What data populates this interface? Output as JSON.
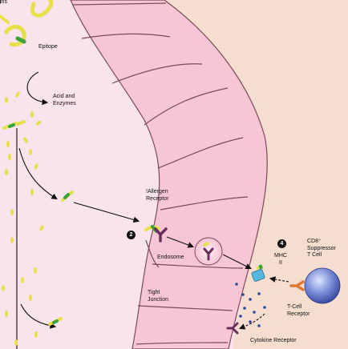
{
  "labels": {
    "top_left": "ins",
    "epitope": "Epitope",
    "acid": "Acid and\nEnzymes",
    "allergen": "!Allergen\nReceptor",
    "endosome": "Endosome",
    "tight": "Tight\nJunction",
    "mhc": "MHC\nII",
    "cd8": "CD8⁺\nSuppressor\nT Cell",
    "tcell_receptor": "T-Cell\nReceptor",
    "cytokine": "Cytokine Receptor"
  },
  "steps": {
    "s2": "2",
    "s4": "4"
  },
  "colors": {
    "lumen": "#f9e3ec",
    "cell": "#f7c6d4",
    "cell_border": "#7a4a58",
    "tissue": "#f5ddd0",
    "allergen": "#e8e04a",
    "epitope": "#3aa33a",
    "receptor": "#6b2d5c",
    "mhc": "#56b6e0",
    "tcell": "#5b74c8",
    "tcell_receptor": "#e07a30",
    "cytokine_dot": "#2e4a9a"
  }
}
